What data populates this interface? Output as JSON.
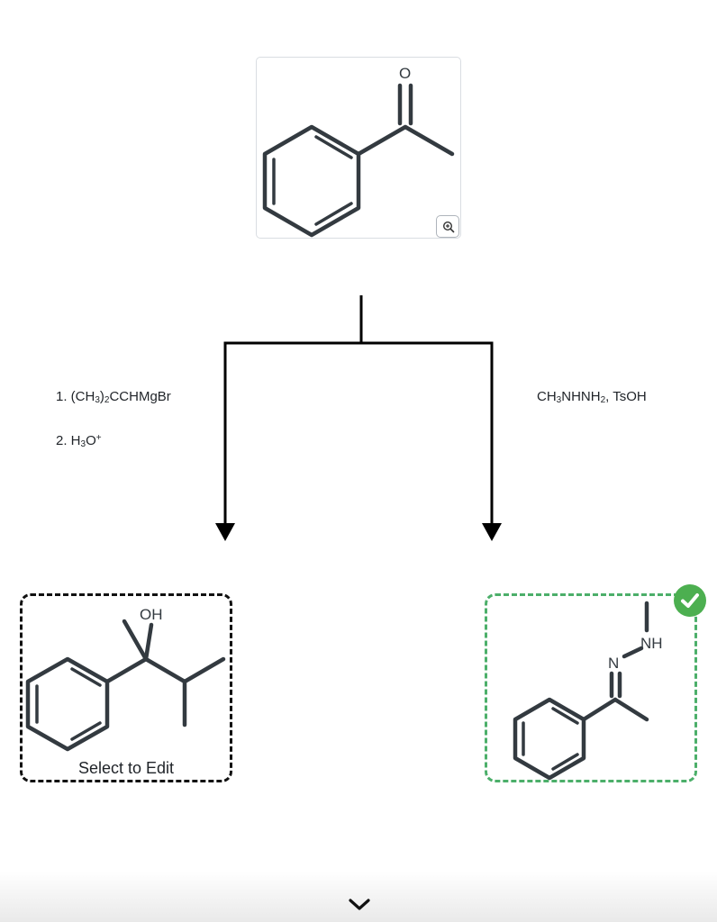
{
  "starting_material": {
    "atom_labels": {
      "carbonyl_oxygen": "O"
    },
    "zoom_icon": "zoom-in-icon"
  },
  "reaction_left": {
    "step1_prefix": "1. (CH",
    "step1_sub1": "3",
    "step1_mid": ")",
    "step1_sub2": "2",
    "step1_suffix": "CCHMgBr",
    "step2_prefix": "2. H",
    "step2_sub": "3",
    "step2_mid": "O",
    "step2_sup": "+"
  },
  "reaction_right": {
    "p1": "CH",
    "s1": "3",
    "p2": "NHNH",
    "s2": "2",
    "p3": ", TsOH"
  },
  "product_left": {
    "atom_labels": {
      "hydroxyl": "OH"
    },
    "select_label": "Select to Edit"
  },
  "product_right": {
    "atom_labels": {
      "imine_nitrogen": "N",
      "amine": "NH"
    },
    "status_icon": "check-icon",
    "status_color": "#4caf50"
  },
  "footer": {
    "chevron_icon": "chevron-down-icon"
  }
}
